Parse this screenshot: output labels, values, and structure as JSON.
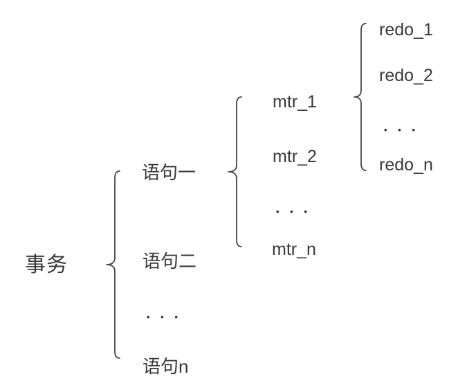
{
  "diagram": {
    "title_hint": "transaction-statement-mtr-redo hierarchy",
    "root_label": "事务",
    "levels": [
      {
        "name": "statements",
        "items": [
          "语句一",
          "语句二",
          "• • •",
          "语句n"
        ]
      },
      {
        "name": "mtr",
        "items": [
          "mtr_1",
          "mtr_2",
          "• • •",
          "mtr_n"
        ]
      },
      {
        "name": "redo",
        "items": [
          "redo_1",
          "redo_2",
          "• • •",
          "redo_n"
        ]
      }
    ]
  },
  "colors": {
    "text": "#383838",
    "brace": "#454545",
    "background": "#ffffff"
  }
}
